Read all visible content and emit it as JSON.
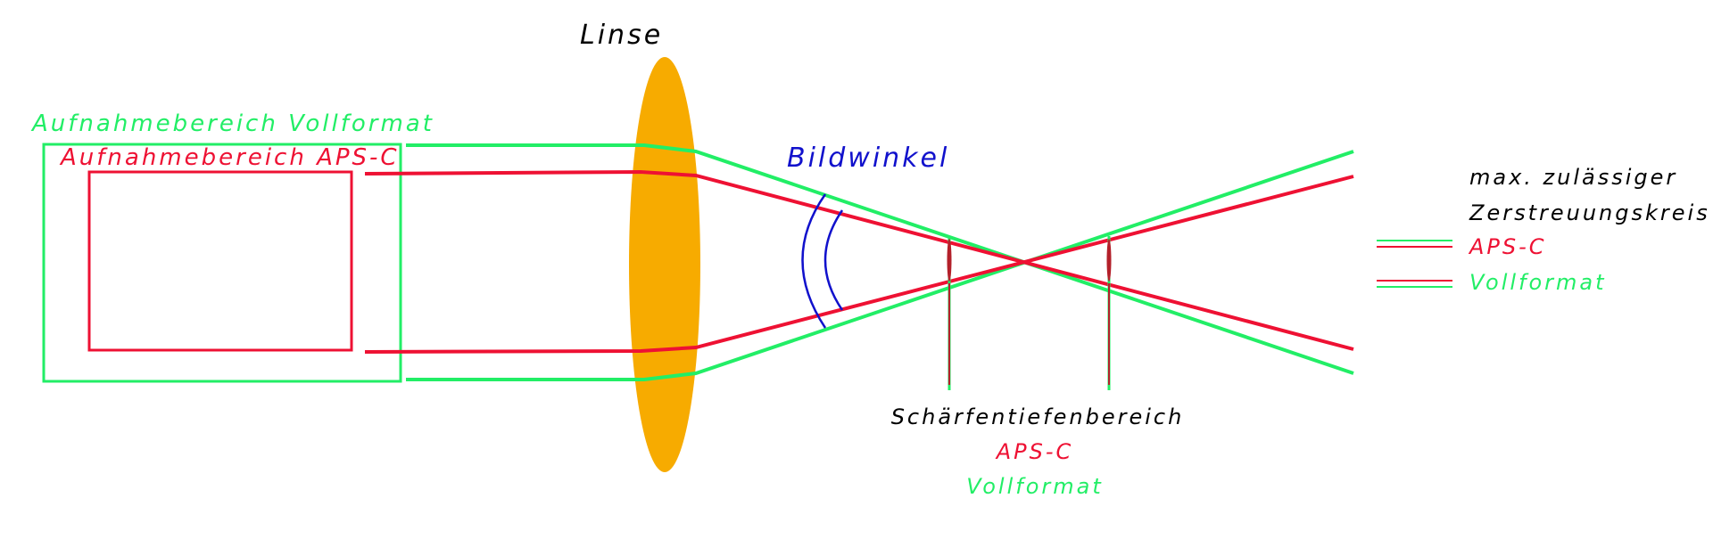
{
  "labels": {
    "lens": "Linse",
    "full_frame_area": "Aufnahmebereich Vollformat",
    "apsc_area": "Aufnahmebereich APS-C",
    "angle_of_view": "Bildwinkel",
    "circle_of_confusion_line1": "max. zulässiger",
    "circle_of_confusion_line2": "Zerstreuungskreis",
    "legend_apsc": "APS-C",
    "legend_full_frame": "Vollformat",
    "depth_of_field": "Schärfentiefenbereich",
    "dof_apsc": "APS-C",
    "dof_full_frame": "Vollformat"
  },
  "colors": {
    "full_frame": "#22ee66",
    "apsc": "#ee1133",
    "lens": "#f7ab00",
    "angle": "#1111cc",
    "text": "#000000"
  }
}
